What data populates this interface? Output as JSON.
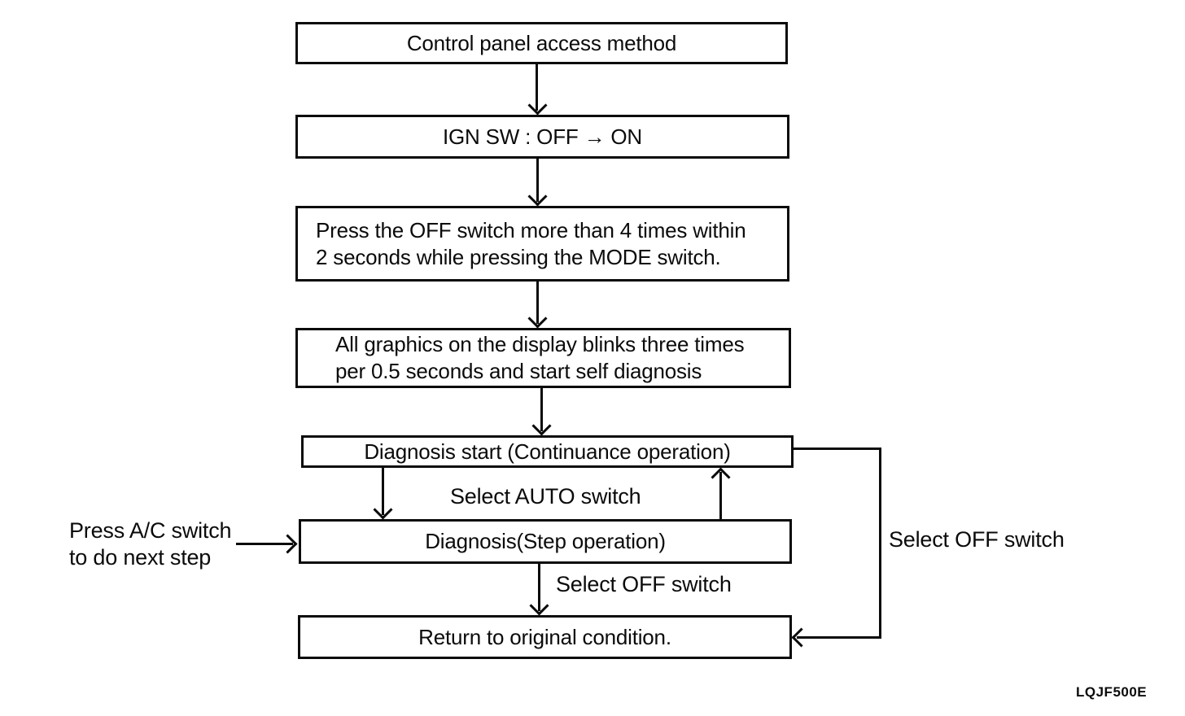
{
  "nodes": {
    "access": {
      "label": "Control panel access method"
    },
    "ign": {
      "label": "IGN SW : OFF → ON"
    },
    "press_off": {
      "lines": [
        "Press the OFF switch more than 4 times within",
        "2 seconds while pressing the MODE switch."
      ]
    },
    "graphics": {
      "lines": [
        "All graphics on the display blinks three times",
        "per 0.5 seconds and start self diagnosis"
      ]
    },
    "diag_start": {
      "label": "Diagnosis start (Continuance operation)"
    },
    "diag_step": {
      "label": "Diagnosis(Step operation)"
    },
    "return": {
      "label": "Return to original condition."
    }
  },
  "labels": {
    "select_auto": "Select AUTO switch",
    "select_off_step": "Select OFF switch",
    "select_off_continuance": "Select OFF switch",
    "press_ac_line1": "Press A/C switch",
    "press_ac_line2": "to do next step",
    "figure_code": "LQJF500E"
  },
  "colors": {
    "ink": "#0b0b0b",
    "background": "#ffffff"
  }
}
